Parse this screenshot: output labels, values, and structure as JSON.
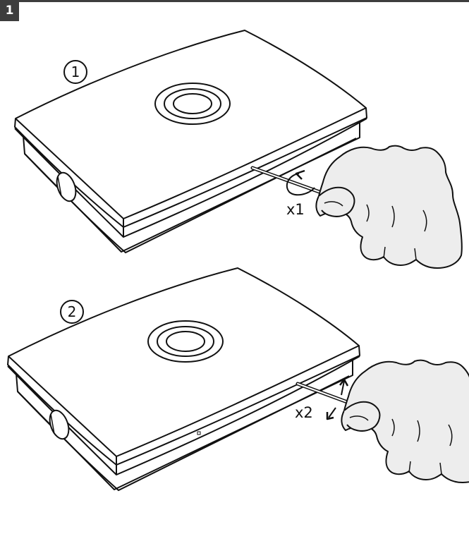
{
  "step_number": "1",
  "panels": [
    {
      "step_marker": "1",
      "count_label": "x1",
      "action": "rotate-tool"
    },
    {
      "step_marker": "2",
      "count_label": "x2",
      "action": "push-pull-tool"
    }
  ]
}
